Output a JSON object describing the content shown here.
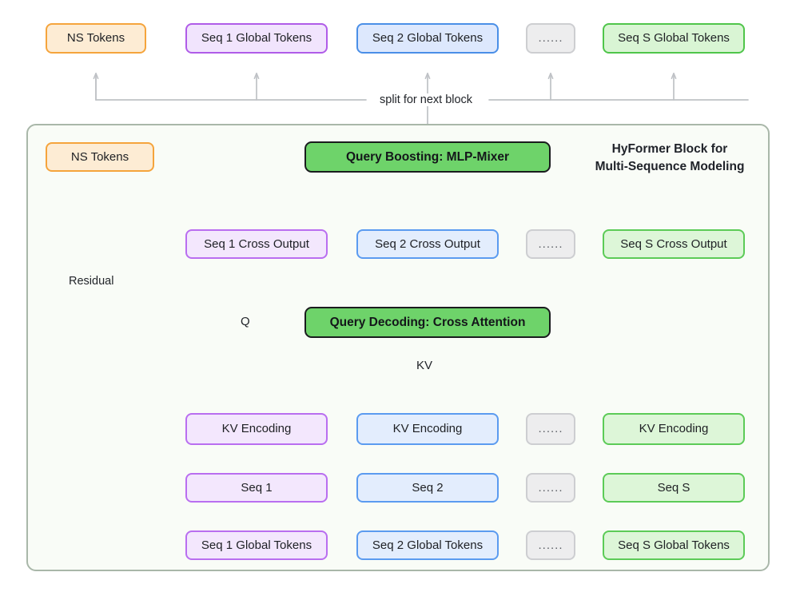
{
  "diagram": {
    "frame_title_line1": "HyFormer Block for",
    "frame_title_line2": "Multi-Sequence Modeling",
    "labels": {
      "split": "split for next block",
      "residual": "Residual",
      "query": "Q",
      "keyvalue": "KV"
    },
    "top_outputs": [
      {
        "text": "NS Tokens",
        "style": "orange"
      },
      {
        "text": "Seq 1 Global Tokens",
        "style": "purple"
      },
      {
        "text": "Seq 2 Global Tokens",
        "style": "blue"
      },
      {
        "text": "......",
        "style": "gray"
      },
      {
        "text": "Seq S Global Tokens",
        "style": "green"
      }
    ],
    "ns_tokens_input": {
      "text": "NS Tokens",
      "style": "orange"
    },
    "query_boosting": {
      "text": "Query Boosting:  MLP-Mixer",
      "style": "solid-green"
    },
    "cross_outputs": [
      {
        "text": "Seq 1 Cross Output",
        "style": "purple-lite"
      },
      {
        "text": "Seq 2 Cross Output",
        "style": "blue-lite"
      },
      {
        "text": "......",
        "style": "gray"
      },
      {
        "text": "Seq S Cross Output",
        "style": "green-lite"
      }
    ],
    "query_decoding": {
      "text": "Query Decoding: Cross Attention",
      "style": "solid-green"
    },
    "kv_encoding": [
      {
        "text": "KV Encoding",
        "style": "purple-lite"
      },
      {
        "text": "KV Encoding",
        "style": "blue-lite"
      },
      {
        "text": "......",
        "style": "gray"
      },
      {
        "text": "KV Encoding",
        "style": "green-lite"
      }
    ],
    "sequences": [
      {
        "text": "Seq 1",
        "style": "purple-lite"
      },
      {
        "text": "Seq 2",
        "style": "blue-lite"
      },
      {
        "text": "......",
        "style": "gray"
      },
      {
        "text": "Seq S",
        "style": "green-lite"
      }
    ],
    "global_tokens": [
      {
        "text": "Seq 1 Global Tokens",
        "style": "purple-lite"
      },
      {
        "text": "Seq 2 Global Tokens",
        "style": "blue-lite"
      },
      {
        "text": "......",
        "style": "gray"
      },
      {
        "text": "Seq S Global Tokens",
        "style": "green-lite"
      }
    ],
    "colors": {
      "orange_border": "#f5a43c",
      "purple_border": "#b05ce8",
      "blue_border": "#4a8fe7",
      "green_border": "#4fc54a",
      "gray_border": "#cdced1",
      "frame_border": "#a9b7a9",
      "wire": "#bfc2c6",
      "accent_green": "#6ed36a"
    }
  }
}
